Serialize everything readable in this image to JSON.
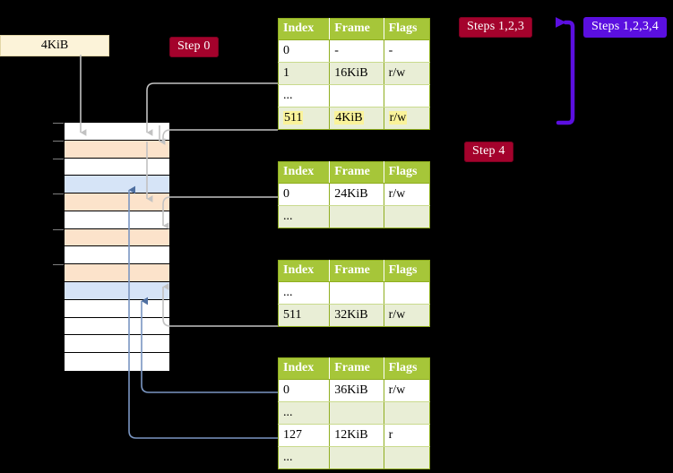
{
  "labels": {
    "kib_box": "4KiB",
    "step0": "Step 0",
    "step4": "Step 4",
    "steps123": "Steps 1,2,3",
    "steps1234": "Steps 1,2,3,4"
  },
  "colors": {
    "table_header_green": "#a6c639",
    "table_alt_row": "#e9eed6",
    "highlight_yellow": "#faf39a",
    "badge_red": "#a4022c",
    "badge_violet": "#5b0fe0",
    "mem_orange": "#fce3cb",
    "mem_blue": "#d6e4f7",
    "kib_box_bg": "#fcf3d9",
    "connector_gray": "#b0b0b0",
    "connector_blue": "#7a96c2"
  },
  "columns": [
    "Index",
    "Frame",
    "Flags"
  ],
  "tables": [
    {
      "name": "pml4-table",
      "rows": [
        {
          "index": "0",
          "frame": "-",
          "flags": "-",
          "alt": false,
          "highlight": false
        },
        {
          "index": "1",
          "frame": "16KiB",
          "flags": "r/w",
          "alt": true,
          "highlight": false
        },
        {
          "index": "...",
          "frame": "",
          "flags": "",
          "alt": false,
          "highlight": false
        },
        {
          "index": "511",
          "frame": "4KiB",
          "flags": "r/w",
          "alt": true,
          "highlight": true
        }
      ]
    },
    {
      "name": "pdpt-table",
      "rows": [
        {
          "index": "0",
          "frame": "24KiB",
          "flags": "r/w",
          "alt": false,
          "highlight": false
        },
        {
          "index": "...",
          "frame": "",
          "flags": "",
          "alt": true,
          "highlight": false
        }
      ]
    },
    {
      "name": "pd-table",
      "rows": [
        {
          "index": "...",
          "frame": "",
          "flags": "",
          "alt": false,
          "highlight": false
        },
        {
          "index": "511",
          "frame": "32KiB",
          "flags": "r/w",
          "alt": true,
          "highlight": false
        }
      ]
    },
    {
      "name": "pt-table",
      "rows": [
        {
          "index": "0",
          "frame": "36KiB",
          "flags": "r/w",
          "alt": false,
          "highlight": false
        },
        {
          "index": "...",
          "frame": "",
          "flags": "",
          "alt": true,
          "highlight": false
        },
        {
          "index": "127",
          "frame": "12KiB",
          "flags": "r",
          "alt": false,
          "highlight": false
        },
        {
          "index": "...",
          "frame": "",
          "flags": "",
          "alt": true,
          "highlight": false
        }
      ]
    }
  ],
  "memory_column": {
    "rows": [
      {
        "fill": "white",
        "tick": true
      },
      {
        "fill": "orange",
        "tick": true
      },
      {
        "fill": "white",
        "tick": true
      },
      {
        "fill": "blue",
        "tick": false
      },
      {
        "fill": "orange",
        "tick": true
      },
      {
        "fill": "white",
        "tick": false
      },
      {
        "fill": "orange",
        "tick": true
      },
      {
        "fill": "white",
        "tick": false
      },
      {
        "fill": "orange",
        "tick": true
      },
      {
        "fill": "blue",
        "tick": false
      },
      {
        "fill": "white",
        "tick": false
      },
      {
        "fill": "white",
        "tick": false
      },
      {
        "fill": "white",
        "tick": false
      },
      {
        "fill": "white",
        "tick": false
      }
    ]
  }
}
